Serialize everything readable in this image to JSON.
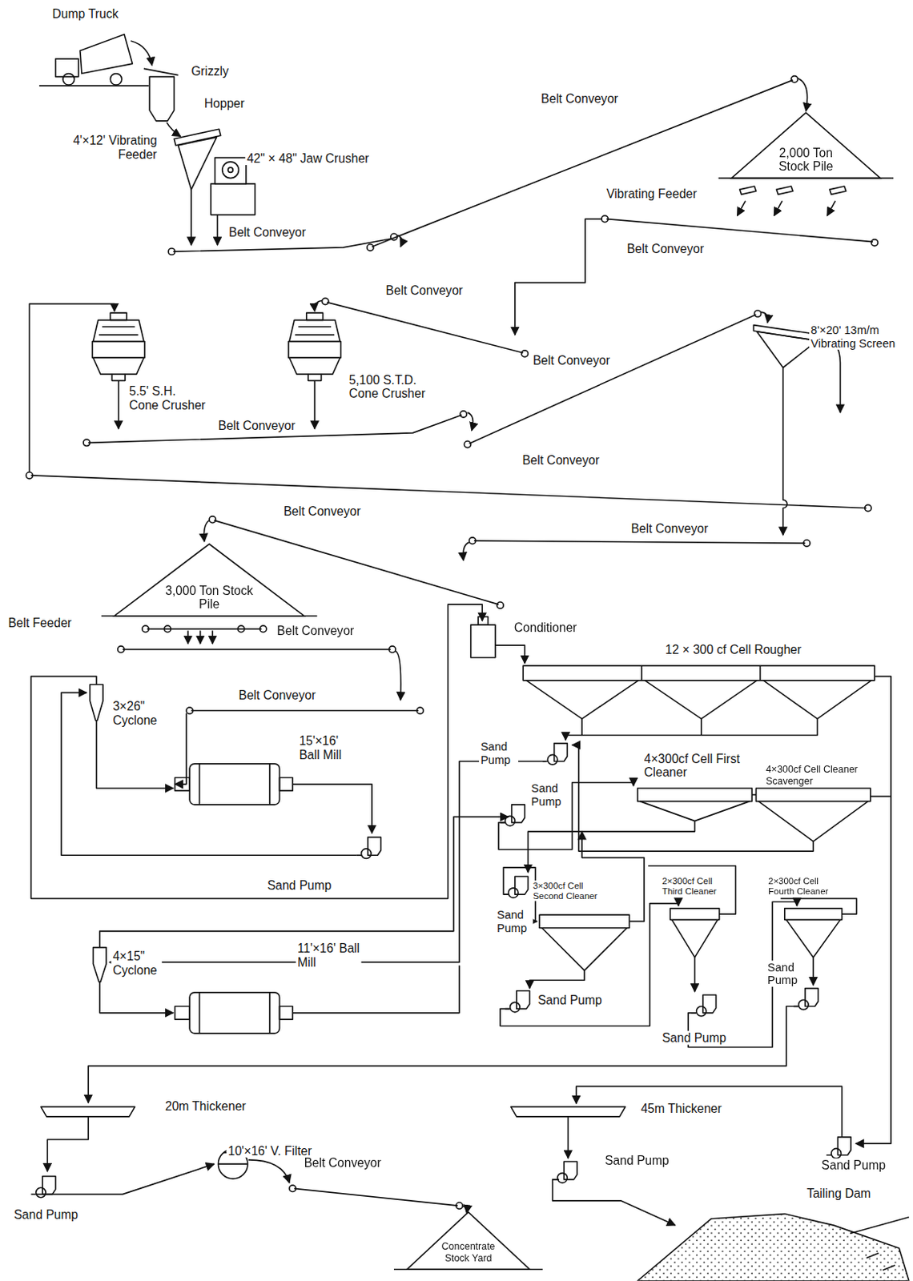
{
  "diagram": {
    "nodes": [
      {
        "text": [
          "2,000 Ton Stock Pile"
        ]
      },
      {
        "text": [
          "3,000 Ton Stock Pile"
        ]
      },
      {
        "text": [
          "Concentrate Stock Yard"
        ]
      }
    ],
    "labels": [
      "Dump Truck",
      "Grizzly",
      "Hopper",
      "4'×12' Vibrating Feeder",
      "42\" × 48\" Jaw Crusher",
      "Belt Conveyor",
      "Belt Conveyor",
      "Vibrating Feeder",
      "Belt Conveyor",
      "Belt Conveyor",
      "Belt Conveyor",
      "8'×20' 13m/m Vibrating Screen",
      "5.5' S.H. Cone Crusher",
      "5,100 S.T.D. Cone Crusher",
      "Belt Conveyor",
      "Belt Conveyor",
      "Belt Conveyor",
      "Belt Conveyor",
      "Belt Feeder",
      "Belt Conveyor",
      "Conditioner",
      "12 × 300 cf Cell Rougher",
      "Belt Conveyor",
      "3×26\" Cyclone",
      "15'×16' Ball Mill",
      "Sand Pump",
      "Sand Pump",
      "Sand Pump",
      "4×300cf Cell First Cleaner",
      "4×300cf Cell Cleaner Scavenger",
      "3×300cf Cell Second Cleaner",
      "Sand Pump",
      "2×300cf Cell Third Cleaner",
      "2×300cf Cell Fourth Cleaner",
      "Sand Pump",
      "4×15\" Cyclone",
      "11'×16' Ball Mill",
      "Sand Pump",
      "Sand Pump",
      "20m Thickener",
      "45m Thickener",
      "10'×16' V. Filter",
      "Belt Conveyor",
      "Sand Pump",
      "Sand Pump",
      "Tailing Dam",
      "Sand Pump"
    ]
  }
}
